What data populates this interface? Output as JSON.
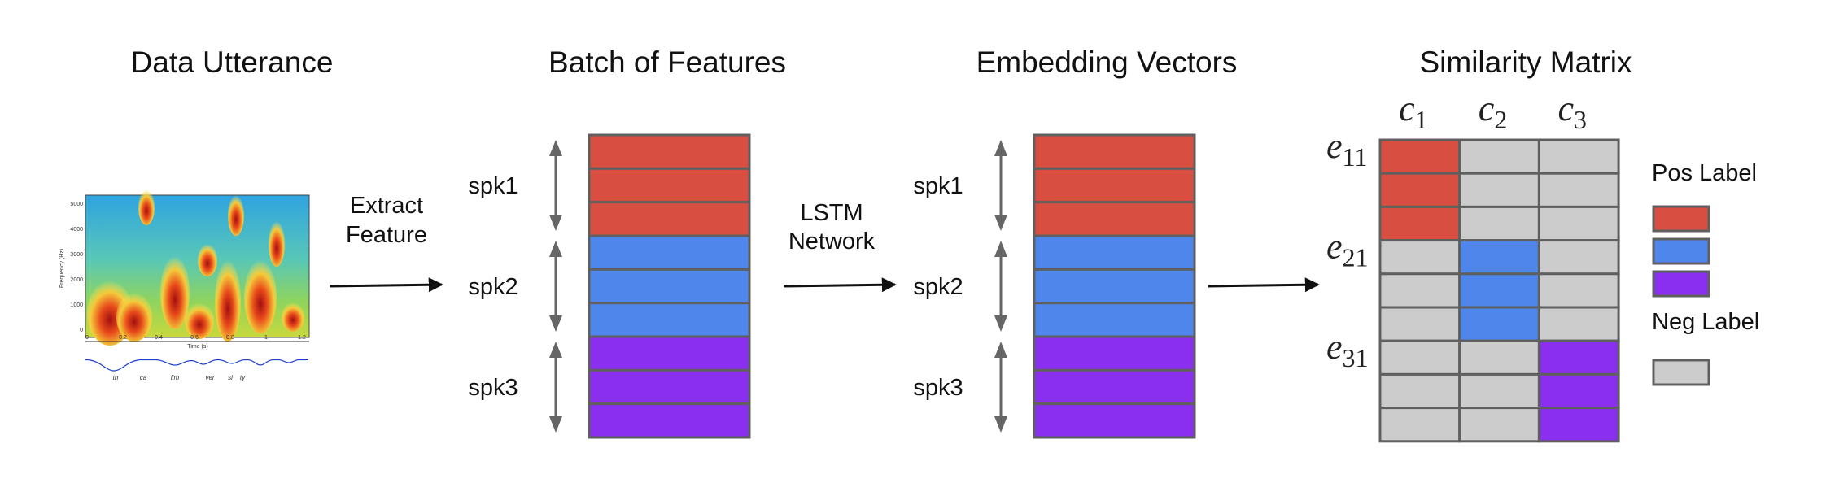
{
  "colors": {
    "spk1": "#d84f42",
    "spk2": "#4f86ec",
    "spk3": "#8a2ef0",
    "negative": "#cccccc",
    "border": "#5f5f5f"
  },
  "titles": {
    "utterance": "Data Utterance",
    "features": "Batch of Features",
    "embeddings": "Embedding Vectors",
    "similarity": "Similarity Matrix"
  },
  "arrows": {
    "extract": [
      "Extract",
      "Feature"
    ],
    "lstm": [
      "LSTM",
      "Network"
    ]
  },
  "speakers": [
    "spk1",
    "spk2",
    "spk3"
  ],
  "rows_per_speaker": 3,
  "spectrogram": {
    "y_ticks": [
      "5000",
      "4000",
      "3000",
      "2000",
      "1000",
      "0"
    ],
    "x_ticks": [
      "0",
      "0.2",
      "0.4",
      "0.6",
      "0.8",
      "1",
      "1.2"
    ],
    "y_axis_label": "Frequency (Hz)",
    "x_axis_label": "Time (s)",
    "syllables": [
      "th",
      "ca",
      "lim",
      "ver",
      "si",
      "ty"
    ]
  },
  "matrix": {
    "columns": [
      {
        "base": "c",
        "sub": "1"
      },
      {
        "base": "c",
        "sub": "2"
      },
      {
        "base": "c",
        "sub": "3"
      }
    ],
    "rows": [
      {
        "base": "e",
        "sub": "11"
      },
      {
        "base": "e",
        "sub": "21"
      },
      {
        "base": "e",
        "sub": "31"
      }
    ]
  },
  "legend": {
    "positive": "Pos Label",
    "negative": "Neg Label"
  }
}
